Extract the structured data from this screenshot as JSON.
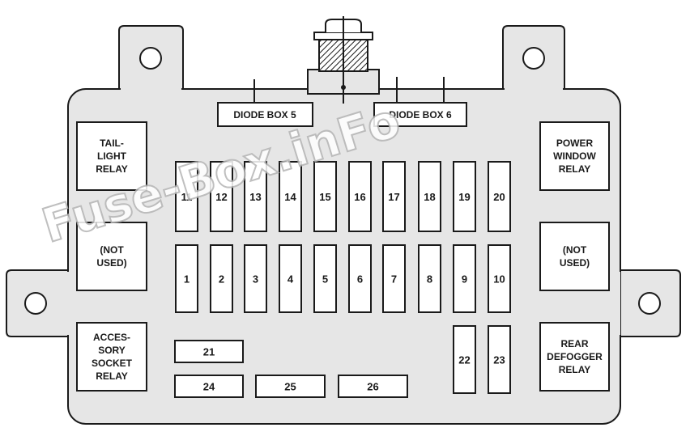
{
  "diagram": {
    "diode_boxes": [
      {
        "id": "diode-box-5",
        "label": "DIODE BOX 5"
      },
      {
        "id": "diode-box-6",
        "label": "DIODE BOX 6"
      }
    ],
    "relays": [
      {
        "id": "tail-light-relay",
        "lines": [
          "TAIL-",
          "LIGHT",
          "RELAY"
        ]
      },
      {
        "id": "not-used-left",
        "lines": [
          "(NOT",
          "USED)"
        ]
      },
      {
        "id": "accessory-socket-relay",
        "lines": [
          "ACCES-",
          "SORY",
          "SOCKET",
          "RELAY"
        ]
      },
      {
        "id": "power-window-relay",
        "lines": [
          "POWER",
          "WINDOW",
          "RELAY"
        ]
      },
      {
        "id": "not-used-right",
        "lines": [
          "(NOT",
          "USED)"
        ]
      },
      {
        "id": "rear-defogger-relay",
        "lines": [
          "REAR",
          "DEFOGGER",
          "RELAY"
        ]
      }
    ],
    "fuses_top_row": [
      "11",
      "12",
      "13",
      "14",
      "15",
      "16",
      "17",
      "18",
      "19",
      "20"
    ],
    "fuses_mid_row": [
      "1",
      "2",
      "3",
      "4",
      "5",
      "6",
      "7",
      "8",
      "9",
      "10"
    ],
    "fuses_tall_bottom": [
      "22",
      "23"
    ],
    "fuses_wide": [
      "21",
      "24",
      "25",
      "26"
    ],
    "colors": {
      "panel_fill": "#e6e6e6",
      "stroke": "#1a1a1a",
      "box_fill": "#ffffff"
    }
  },
  "watermark": "Fuse-Box.inFo"
}
